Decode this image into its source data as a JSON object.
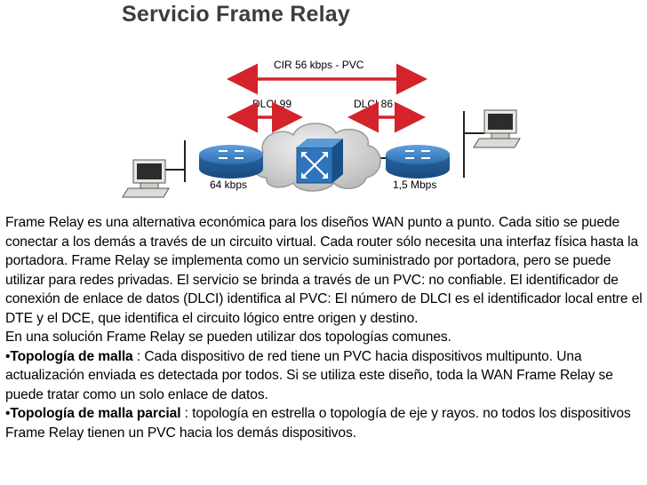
{
  "title": "Servicio Frame Relay",
  "diagram": {
    "cir_label": "CIR 56 kbps - PVC",
    "dlci_left": "DLCI 99",
    "dlci_right": "DLCI 86",
    "speed_left": "64 kbps",
    "speed_right": "1,5 Mbps",
    "colors": {
      "arrow": "#d4232a",
      "router": "#2f6fb0",
      "cloud": "#c9c9c9",
      "switch": "#1e63a6"
    }
  },
  "body": {
    "p1": "Frame Relay es una alternativa económica para los diseños WAN punto a punto. Cada sitio se puede conectar a los demás a través de un circuito virtual. Cada router sólo necesita una interfaz física hasta la portadora. Frame Relay se implementa como un servicio suministrado por portadora, pero se puede utilizar para redes privadas. El servicio se brinda a través de un PVC: no confiable. El identificador de conexión de enlace de datos (DLCI) identifica al PVC: El número de DLCI es el identificador local entre el DTE y el DCE, que identifica el circuito lógico entre origen y destino.",
    "p2": "En una solución Frame Relay se pueden utilizar dos topologías comunes.",
    "bullet1_prefix": "•",
    "bullet1_term": "Topología de malla",
    "bullet1_text": " : Cada dispositivo de red tiene un PVC hacia dispositivos multipunto. Una actualización enviada es detectada por todos. Si se utiliza este diseño, toda la WAN Frame Relay se puede tratar como un solo enlace de datos.",
    "bullet2_prefix": "•",
    "bullet2_term": "Topología de malla parcial",
    "bullet2_text": " : topología en estrella o topología de eje y rayos. no todos los dispositivos Frame Relay tienen un PVC hacia los demás dispositivos."
  }
}
